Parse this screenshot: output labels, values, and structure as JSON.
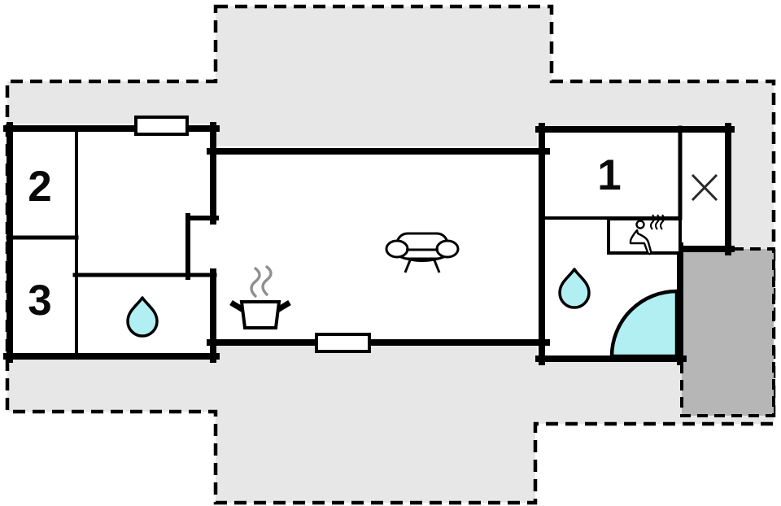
{
  "floorplan": {
    "title": "holiday-home-floor-plan",
    "rooms": {
      "bedroom_1": {
        "label": "1"
      },
      "bedroom_2": {
        "label": "2"
      },
      "bedroom_3": {
        "label": "3"
      }
    },
    "colors": {
      "water": "#b2eff2",
      "terrace_light": "#e7e7e7",
      "terrace_dark": "#b6b6b6",
      "wall": "#000000",
      "steam_gray": "#8f8f8f"
    },
    "icons": {
      "left_bathroom": "water-drop-icon",
      "right_bathroom": "water-drop-icon",
      "shower": "shower-quarter-circle-icon",
      "living_room": "sofa-icon",
      "kitchen": "cooking-pot-icon",
      "sauna": "sauna-person-icon",
      "utility": "x-mark-icon"
    }
  }
}
